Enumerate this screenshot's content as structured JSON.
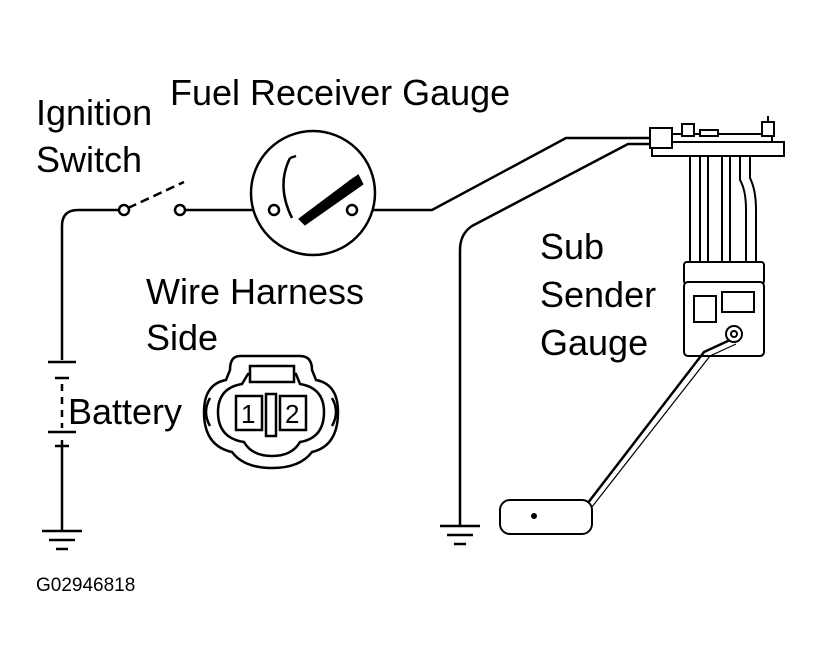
{
  "labels": {
    "ignition_line1": "Ignition",
    "ignition_line2": "Switch",
    "fuel_receiver_gauge": "Fuel Receiver Gauge",
    "wire_harness_line1": "Wire Harness",
    "wire_harness_line2": "Side",
    "battery": "Battery",
    "sub_line1": "Sub",
    "sub_line2": "Sender",
    "sub_line3": "Gauge",
    "figure_id": "G02946818"
  },
  "connector": {
    "pins": [
      "1",
      "2"
    ]
  },
  "colors": {
    "line": "#000000",
    "background": "#ffffff"
  }
}
